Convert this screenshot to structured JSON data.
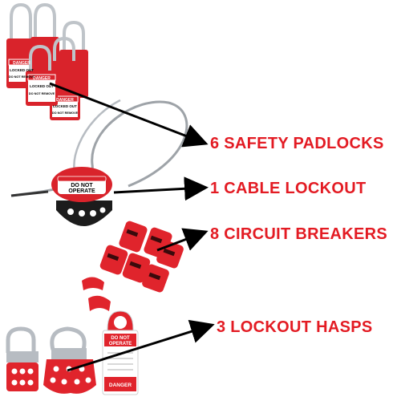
{
  "colors": {
    "accent": "#e31b23",
    "lock_red": "#d9232b",
    "steel": "#b7bcc2",
    "arrow": "#000000"
  },
  "labels": {
    "padlocks": "6 SAFETY PADLOCKS",
    "cable": "1 CABLE LOCKOUT",
    "breakers": "8 CIRCUIT BREAKERS",
    "hasps": "3 LOCKOUT HASPS"
  },
  "tags": {
    "danger": "DANGER",
    "locked_out": "LOCKED OUT",
    "do_not_remove": "DO NOT REMOVE",
    "do_not": "DO NOT",
    "operate": "OPERATE"
  },
  "icons": [
    "padlock-icon",
    "cable-lockout-icon",
    "circuit-breaker-lockout-icon",
    "lockout-hasp-icon",
    "danger-tag-icon",
    "arrow-icon"
  ]
}
